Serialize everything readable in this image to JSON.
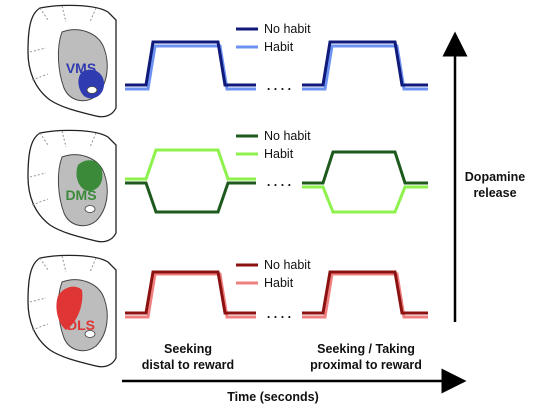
{
  "panels": [
    {
      "region": "VMS",
      "region_color": "#2f3bb0",
      "legend": [
        {
          "label": "No habit",
          "color": "#0f1a7a"
        },
        {
          "label": "Habit",
          "color": "#6d93f2"
        }
      ]
    },
    {
      "region": "DMS",
      "region_color": "#3a8a3a",
      "legend": [
        {
          "label": "No habit",
          "color": "#1e5a1e"
        },
        {
          "label": "Habit",
          "color": "#8ef24c"
        }
      ]
    },
    {
      "region": "DLS",
      "region_color": "#e03535",
      "legend": [
        {
          "label": "No habit",
          "color": "#8c1212"
        },
        {
          "label": "Habit",
          "color": "#f08080"
        }
      ]
    }
  ],
  "ellipsis": ". . . .",
  "phase_labels": {
    "seeking_line1": "Seeking",
    "seeking_line2": "distal to reward",
    "taking_line1": "Seeking / Taking",
    "taking_line2": "proximal to reward"
  },
  "x_axis_label": "Time (seconds)",
  "y_axis_label_line1": "Dopamine",
  "y_axis_label_line2": "release"
}
